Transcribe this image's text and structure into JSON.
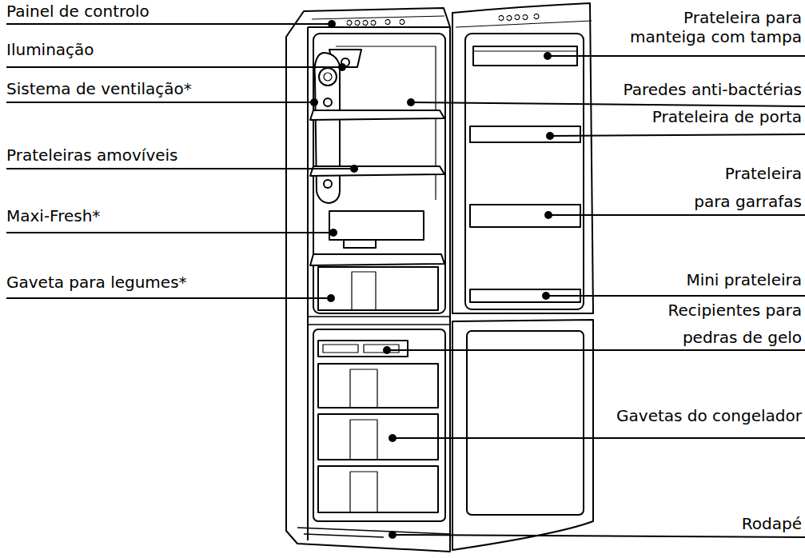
{
  "diagram": {
    "labels": [
      "Painel de controlo",
      "Iluminação",
      "Sistema de ventilação*",
      "Prateleiras amovíveis",
      "Maxi-Fresh*",
      "Gaveta para legumes*",
      "Prateleira para manteiga com tampa",
      "Paredes anti-bactérias",
      "Prateleira de porta",
      "Prateleira para garrafas",
      "Mini prateleira",
      "Recipientes para pedras de gelo",
      "Gavetas do congelador",
      "Rodapé"
    ]
  }
}
